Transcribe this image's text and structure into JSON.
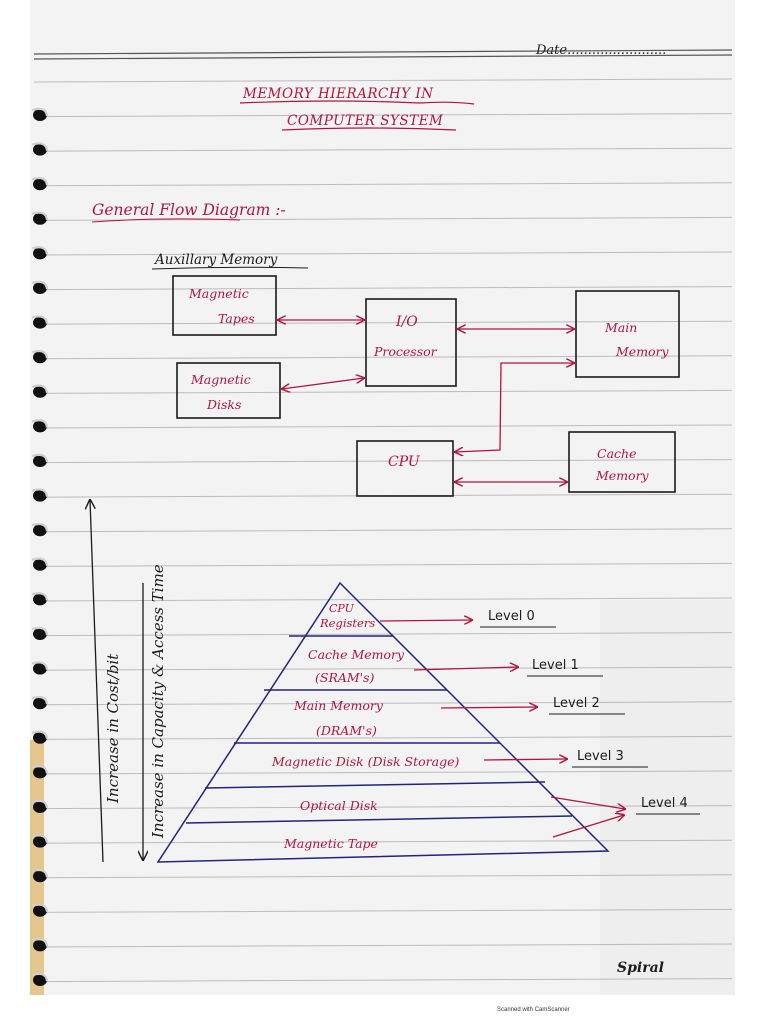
{
  "notebook": {
    "date_label": "Date........................",
    "brand": "Spiral",
    "scanner_footer": "Scanned with CamScanner"
  },
  "title": {
    "line1": "MEMORY  HIERARCHY  IN",
    "line2": "COMPUTER  SYSTEM"
  },
  "general_flow": {
    "heading": "General  Flow  Diagram :-",
    "aux_label": "Auxillary  Memory",
    "boxes": {
      "magnetic_tapes": [
        "Magnetic",
        "Tapes"
      ],
      "magnetic_disks": [
        "Magnetic",
        "Disks"
      ],
      "io_processor": [
        "I/O",
        "Processor"
      ],
      "main_memory": [
        "Main",
        "Memory"
      ],
      "cpu": [
        "CPU"
      ],
      "cache_memory": [
        "Cache",
        "Memory"
      ]
    }
  },
  "pyramid": {
    "axis_cost": "Increase  in  Cost/bit",
    "axis_capacity": "Increase  in  Capacity  &  Access  Time",
    "layers": [
      {
        "text": [
          "CPU",
          "Registers"
        ]
      },
      {
        "text": [
          "Cache Memory",
          "(SRAM's)"
        ]
      },
      {
        "text": [
          "Main  Memory",
          "(DRAM's)"
        ]
      },
      {
        "text": [
          "Magnetic  Disk (Disk Storage)"
        ]
      },
      {
        "text": [
          "Optical  Disk"
        ]
      },
      {
        "text": [
          "Magnetic  Tape"
        ]
      }
    ],
    "levels": [
      "Level 0",
      "Level 1",
      "Level 2",
      "Level 3",
      "Level 4"
    ]
  },
  "colors": {
    "ink_red": "#b0163e",
    "ink_black": "#1c1c1c",
    "ink_blue": "#23237a",
    "rule_line": "#8f8f9a",
    "paper": "#f3f3f3"
  }
}
